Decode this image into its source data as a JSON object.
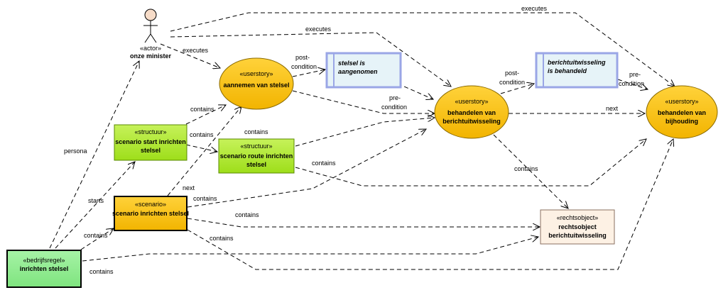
{
  "nodes": {
    "actor": {
      "stereotype": "«actor»",
      "name": "onze minister"
    },
    "us_aannemen": {
      "stereotype": "«userstory»",
      "line1": "aannemen van stelsel"
    },
    "us_behandelen_bericht": {
      "stereotype": "«userstory»",
      "line1": "behandelen van",
      "line2": "berichtuitwisseling"
    },
    "us_bijhouding": {
      "stereotype": "«userstory»",
      "line1": "behandelen van",
      "line2": "bijhouding"
    },
    "state_stelsel": {
      "line1": "stelsel is",
      "line2": "aangenomen"
    },
    "state_bericht": {
      "line1": "berichtuitwisseling",
      "line2": "is behandeld"
    },
    "struct_start": {
      "stereotype": "«structuur»",
      "line1": "scenario start inrichten",
      "line2": "stelsel"
    },
    "struct_route": {
      "stereotype": "«structuur»",
      "line1": "scenario route inrichten",
      "line2": "stelsel"
    },
    "scenario": {
      "stereotype": "«scenario»",
      "line1": "scenario inrichten stelsel"
    },
    "rechtsobject": {
      "stereotype": "«rechtsobject»",
      "line1": "rechtsobject",
      "line2": "berichtuitwisseling"
    },
    "bedrijfsregel": {
      "stereotype": "«bedrijfsregel»",
      "line1": "inrichten stelsel"
    }
  },
  "edge_labels": {
    "executes_top": "executes",
    "executes_mid": "executes",
    "executes_left": "executes",
    "post_condition_1a": "post-",
    "post_condition_1b": "condition",
    "pre_condition_1a": "pre-",
    "pre_condition_1b": "condition",
    "next_1": "next",
    "post_condition_2a": "post-",
    "post_condition_2b": "condition",
    "pre_condition_2a": "pre-",
    "pre_condition_2b": "condition",
    "next_2": "next",
    "contains_start_us": "contains",
    "contains_start_route": "contains",
    "contains_route_top": "contains",
    "contains_route_bottom": "contains",
    "contains_bericht_rechtsobject": "contains",
    "persona": "persona",
    "starts": "starts",
    "contains_bedrijfsregel": "contains",
    "next_scenario": "next",
    "contains_scenario_1": "contains",
    "contains_scenario_2": "contains",
    "contains_scenario_3": "contains",
    "contains_bottom": "contains"
  },
  "colors": {
    "userstory_fill": "#f7c10d",
    "structuur_fill": "#b5ea2c",
    "scenario_fill": "#f8be1d",
    "bedrijfsregel_fill": "#90ee90",
    "rechtsobject_fill": "#fdf1e4",
    "state_fill": "#e8f4f9",
    "state_border": "#9aa6e6"
  }
}
